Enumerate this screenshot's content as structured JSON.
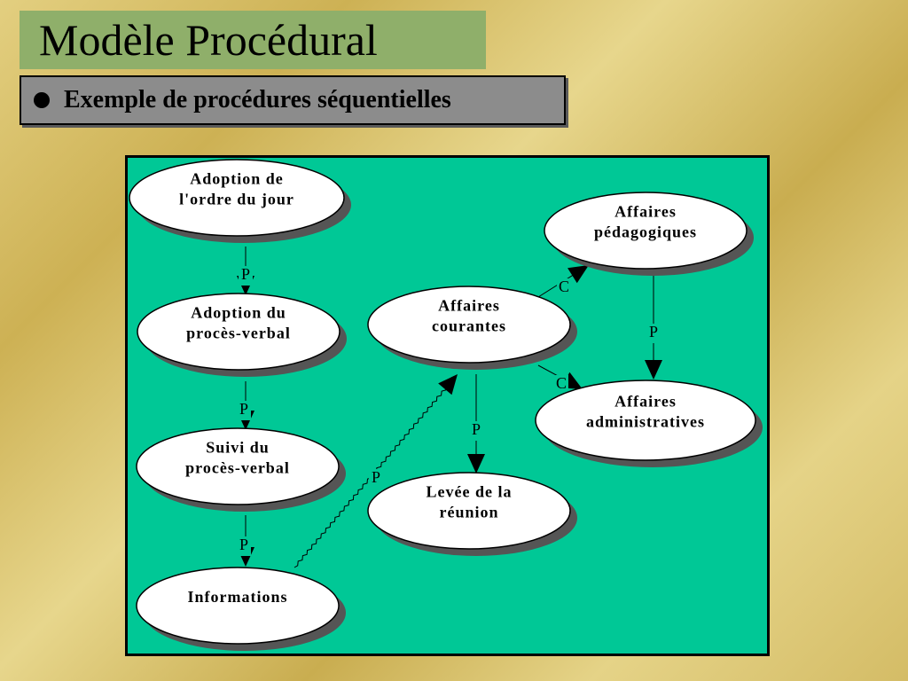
{
  "slide": {
    "title": "Modèle Procédural",
    "subtitle": "Exemple de procédures séquentielles"
  },
  "diagram": {
    "nodes": [
      {
        "id": "ordre",
        "lines": [
          "Adoption de",
          "l'ordre du jour"
        ]
      },
      {
        "id": "pv",
        "lines": [
          "Adoption du",
          "procès-verbal"
        ]
      },
      {
        "id": "suivi",
        "lines": [
          "Suivi du",
          "procès-verbal"
        ]
      },
      {
        "id": "info",
        "lines": [
          "Informations"
        ]
      },
      {
        "id": "courantes",
        "lines": [
          "Affaires",
          "courantes"
        ]
      },
      {
        "id": "levee",
        "lines": [
          "Levée de la",
          "réunion"
        ]
      },
      {
        "id": "peda",
        "lines": [
          "Affaires",
          "pédagogiques"
        ]
      },
      {
        "id": "admin",
        "lines": [
          "Affaires",
          "administratives"
        ]
      }
    ],
    "edges": [
      {
        "from": "ordre",
        "to": "pv",
        "label": "P"
      },
      {
        "from": "pv",
        "to": "suivi",
        "label": "P"
      },
      {
        "from": "suivi",
        "to": "info",
        "label": "P"
      },
      {
        "from": "info",
        "to": "courantes",
        "label": "P"
      },
      {
        "from": "courantes",
        "to": "levee",
        "label": "P"
      },
      {
        "from": "courantes",
        "to": "peda",
        "label": "C"
      },
      {
        "from": "courantes",
        "to": "admin",
        "label": "C"
      },
      {
        "from": "peda",
        "to": "admin",
        "label": "P"
      }
    ]
  }
}
